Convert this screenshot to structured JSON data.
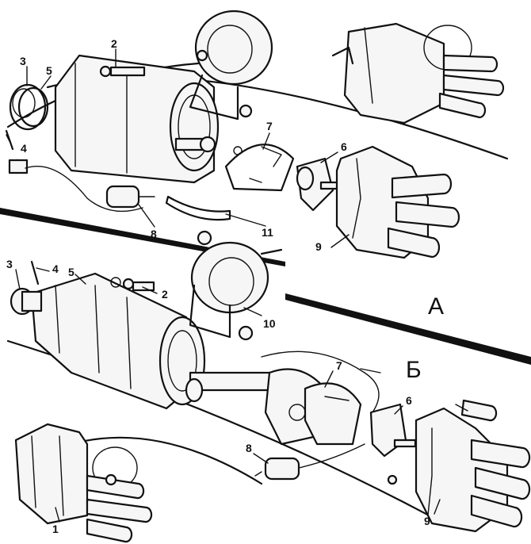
{
  "sections": {
    "a": "А",
    "b": "Б"
  },
  "callouts_top": {
    "c2": "2",
    "c3": "3",
    "c4": "4",
    "c5": "5",
    "c6": "6",
    "c7": "7",
    "c8": "8",
    "c9": "9",
    "c11": "11"
  },
  "callouts_bottom": {
    "c1": "1",
    "c2": "2",
    "c3": "3",
    "c4": "4",
    "c5": "5",
    "c6": "6",
    "c7": "7",
    "c8": "8",
    "c9": "9",
    "c10": "10"
  }
}
